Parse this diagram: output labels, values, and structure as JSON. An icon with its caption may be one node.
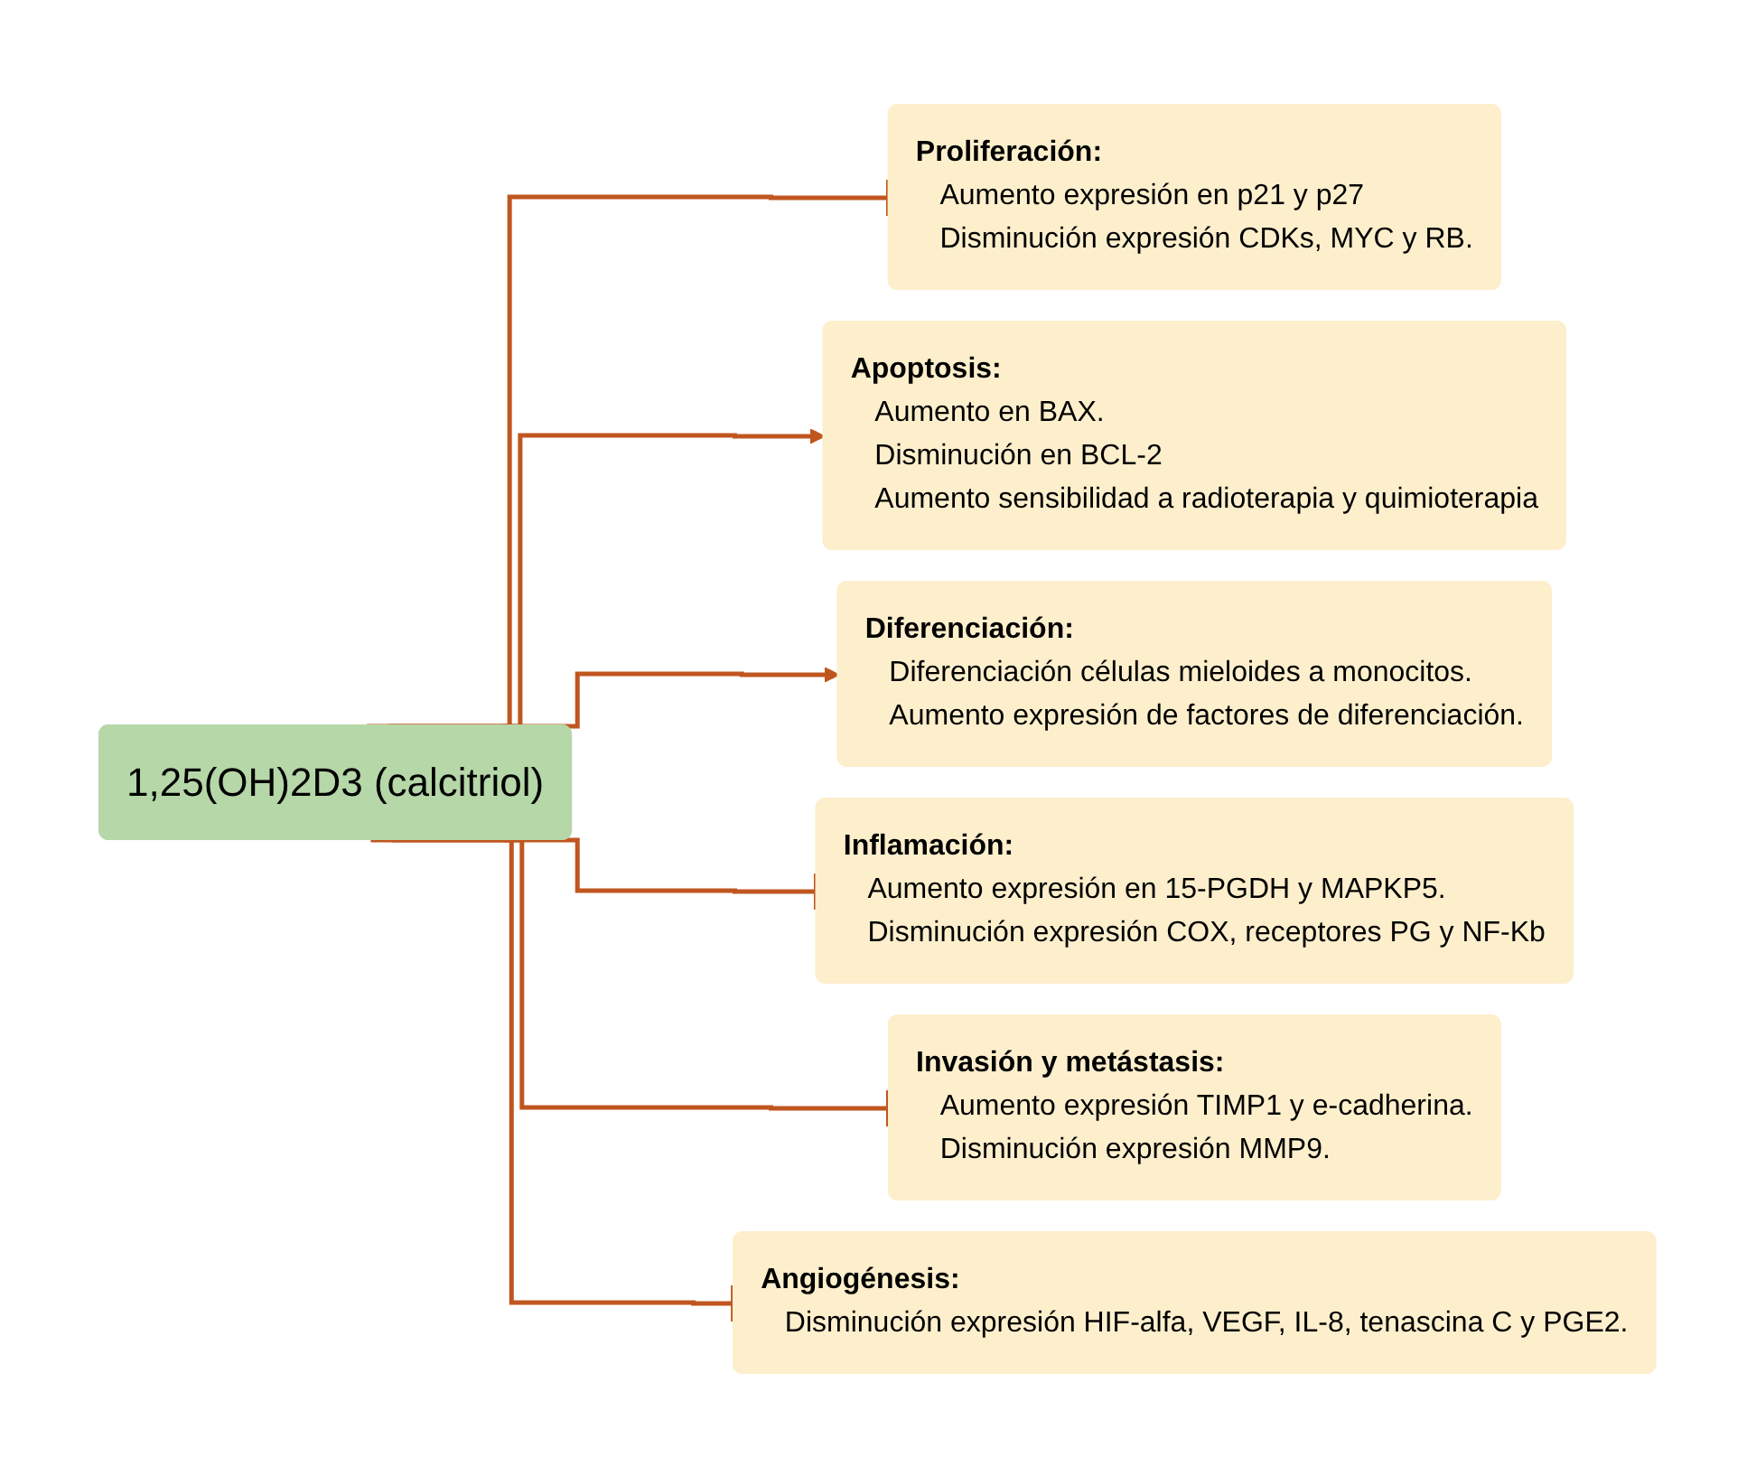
{
  "diagram": {
    "nodes": [
      {
        "text": [
          "1,25(OH)2D3 (calcitriol)"
        ]
      },
      {
        "text": [
          "Proliferación:",
          "Aumento expresión en p21 y p27",
          "Disminución expresión CDKs, MYC y RB."
        ]
      },
      {
        "text": [
          "Apoptosis:",
          "Aumento en BAX.",
          "Disminución en BCL-2",
          "Aumento sensibilidad a radioterapia y quimioterapia"
        ]
      },
      {
        "text": [
          "Diferenciación:",
          "Diferenciación células mieloides a monocitos.",
          "Aumento expresión de factores de diferenciación."
        ]
      },
      {
        "text": [
          "Inflamación:",
          "Aumento expresión en 15-PGDH y MAPKP5.",
          "Disminución expresión COX, receptores PG y NF-Kb"
        ]
      },
      {
        "text": [
          "Invasión y metástasis:",
          "Aumento expresión TIMP1 y e-cadherina.",
          "Disminución expresión MMP9."
        ]
      },
      {
        "text": [
          "Angiogénesis:",
          "Disminución expresión HIF-alfa, VEGF, IL-8, tenascina C y PGE2."
        ]
      }
    ],
    "edges": [
      {
        "from": 0,
        "to": 1,
        "arrow": "other"
      },
      {
        "from": 0,
        "to": 2,
        "arrow": "to"
      },
      {
        "from": 0,
        "to": 3,
        "arrow": "to"
      },
      {
        "from": 0,
        "to": 4,
        "arrow": "other"
      },
      {
        "from": 0,
        "to": 5,
        "arrow": "other"
      },
      {
        "from": 0,
        "to": 6,
        "arrow": "other"
      }
    ]
  }
}
